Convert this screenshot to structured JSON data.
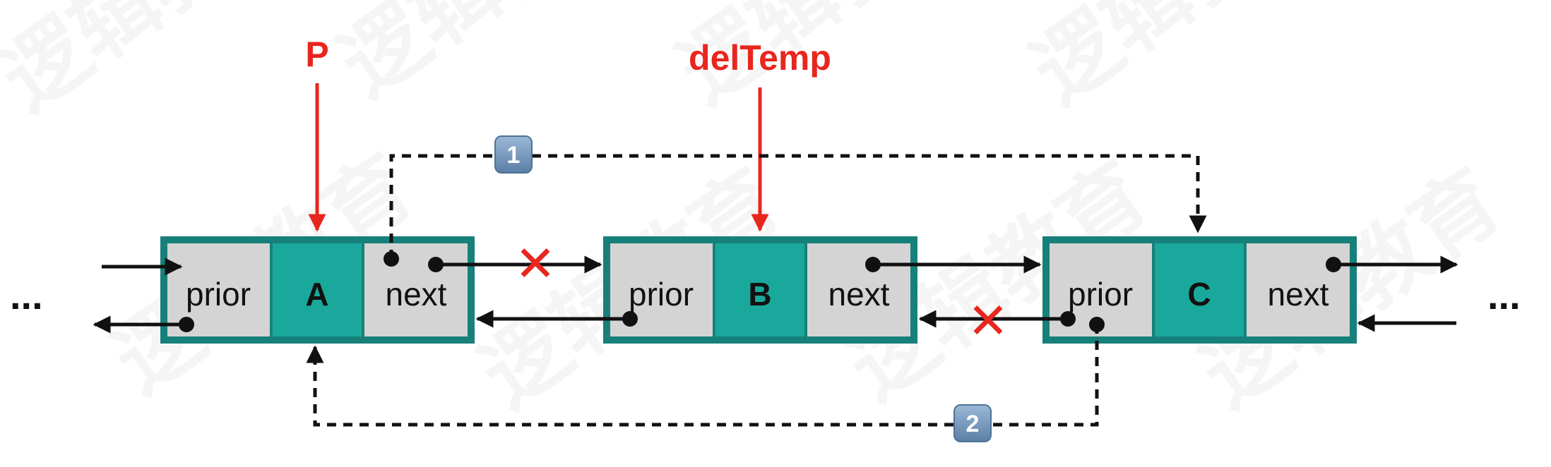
{
  "watermark": "逻辑教育",
  "colors": {
    "node_border": "#17807a",
    "value_fill": "#1aa89c",
    "field_fill": "#d4d4d4",
    "pointer": "#e8261e",
    "arrow": "#111111",
    "badge": "#6f93b6"
  },
  "ellipsis": {
    "left": "...",
    "right": "..."
  },
  "pointers": [
    {
      "label": "P",
      "target": "A"
    },
    {
      "label": "delTemp",
      "target": "B"
    }
  ],
  "nodes": [
    {
      "prior": "prior",
      "value": "A",
      "next": "next"
    },
    {
      "prior": "prior",
      "value": "B",
      "next": "next"
    },
    {
      "prior": "prior",
      "value": "C",
      "next": "next"
    }
  ],
  "steps": [
    {
      "number": "1",
      "description_from": "A.next",
      "to": "C"
    },
    {
      "number": "2",
      "description_from": "C.prior",
      "to": "A"
    }
  ],
  "removed_links": [
    "A.next → B",
    "C.prior → B"
  ],
  "cross_mark": "✕"
}
